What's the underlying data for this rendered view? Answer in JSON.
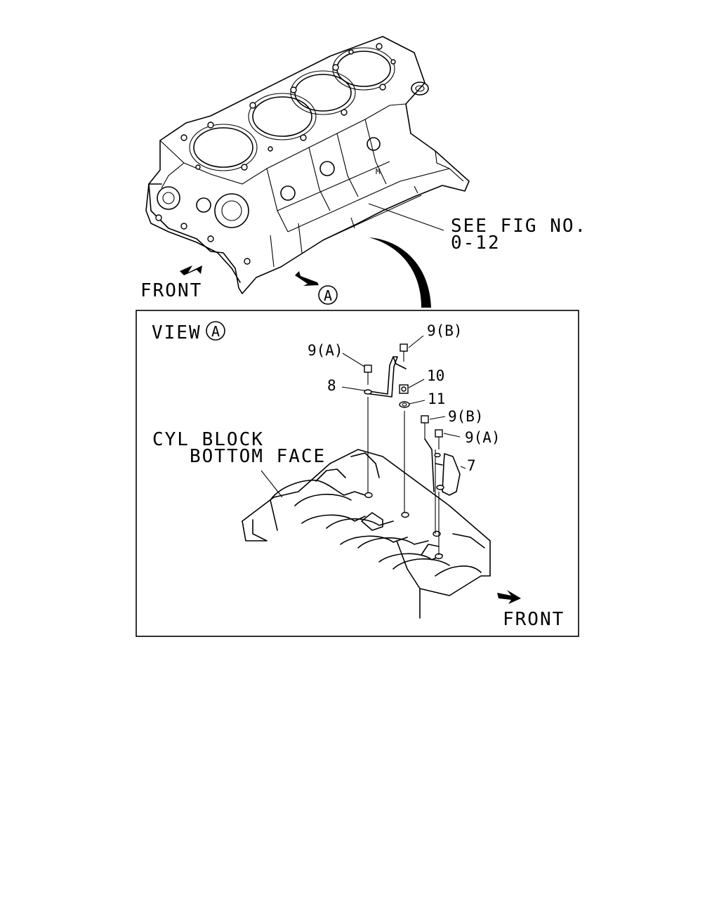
{
  "top": {
    "see_fig_line1": "SEE FIG NO.",
    "see_fig_line2": "0-12",
    "front_label": "FRONT",
    "view_marker": "A"
  },
  "view": {
    "title": "VIEW",
    "marker": "A",
    "block_label_line1": "CYL BLOCK",
    "block_label_line2": "BOTTOM FACE",
    "front_label": "FRONT",
    "callouts": {
      "c_9b_top": "9(B)",
      "c_9a_left": "9(A)",
      "c_10": "10",
      "c_8": "8",
      "c_11": "11",
      "c_9b_right": "9(B)",
      "c_9a_right": "9(A)",
      "c_7": "7"
    }
  }
}
